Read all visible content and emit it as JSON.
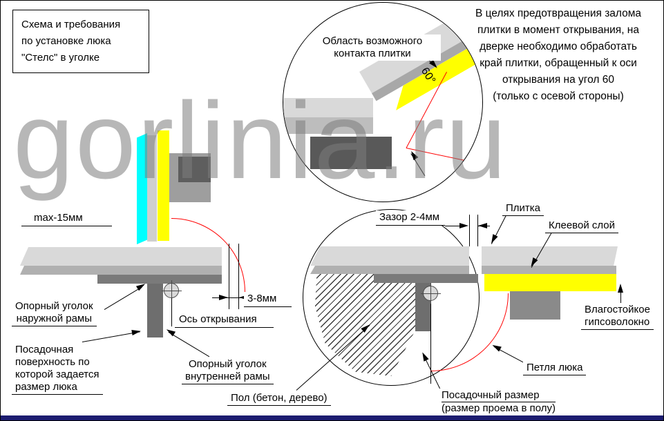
{
  "watermark": "gorlinia.ru",
  "title_box": {
    "lines": [
      "Схема и требования",
      "по установке люка",
      "\"Стелс\" в уголке"
    ]
  },
  "note": {
    "lines": [
      "В целях предотвращения залома",
      "плитки в момент открывания, на",
      "дверке необходимо обработать",
      "край плитки, обращенный к оси",
      "открывания на угол 60",
      "(только с осевой стороны)"
    ]
  },
  "detail": {
    "label": [
      "Область возможного",
      "контакта плитки"
    ],
    "angle": "60°"
  },
  "left_diagram": {
    "max_overhang": "max-15мм",
    "outer_angle": [
      "Опорный уголок",
      "наружной рамы"
    ],
    "seating_surface": [
      "Посадочная",
      "поверхность по",
      "которой задается",
      "размер люка"
    ],
    "axis": "Ось открывания",
    "gap": "3-8мм",
    "inner_angle": [
      "Опорный уголок",
      "внутренней рамы"
    ]
  },
  "right_diagram": {
    "gap": "Зазор 2-4мм",
    "tile": "Плитка",
    "glue": "Клеевой слой",
    "gypsum": [
      "Влагостойкое",
      "гипсоволокно"
    ],
    "hinge": "Петля люка",
    "floor": "Пол (бетон, дерево)",
    "mount_size": [
      "Посадочный размер",
      "(размер проема в полу)"
    ]
  },
  "colors": {
    "tile": "#d9d9d9",
    "glue": "#b0b0b0",
    "frame": "#6e6e6e",
    "gypsum": "#ffff00",
    "tile_edge": "#00ffff",
    "swing_arc": "#ff0000",
    "footer": "#1c1c70"
  }
}
